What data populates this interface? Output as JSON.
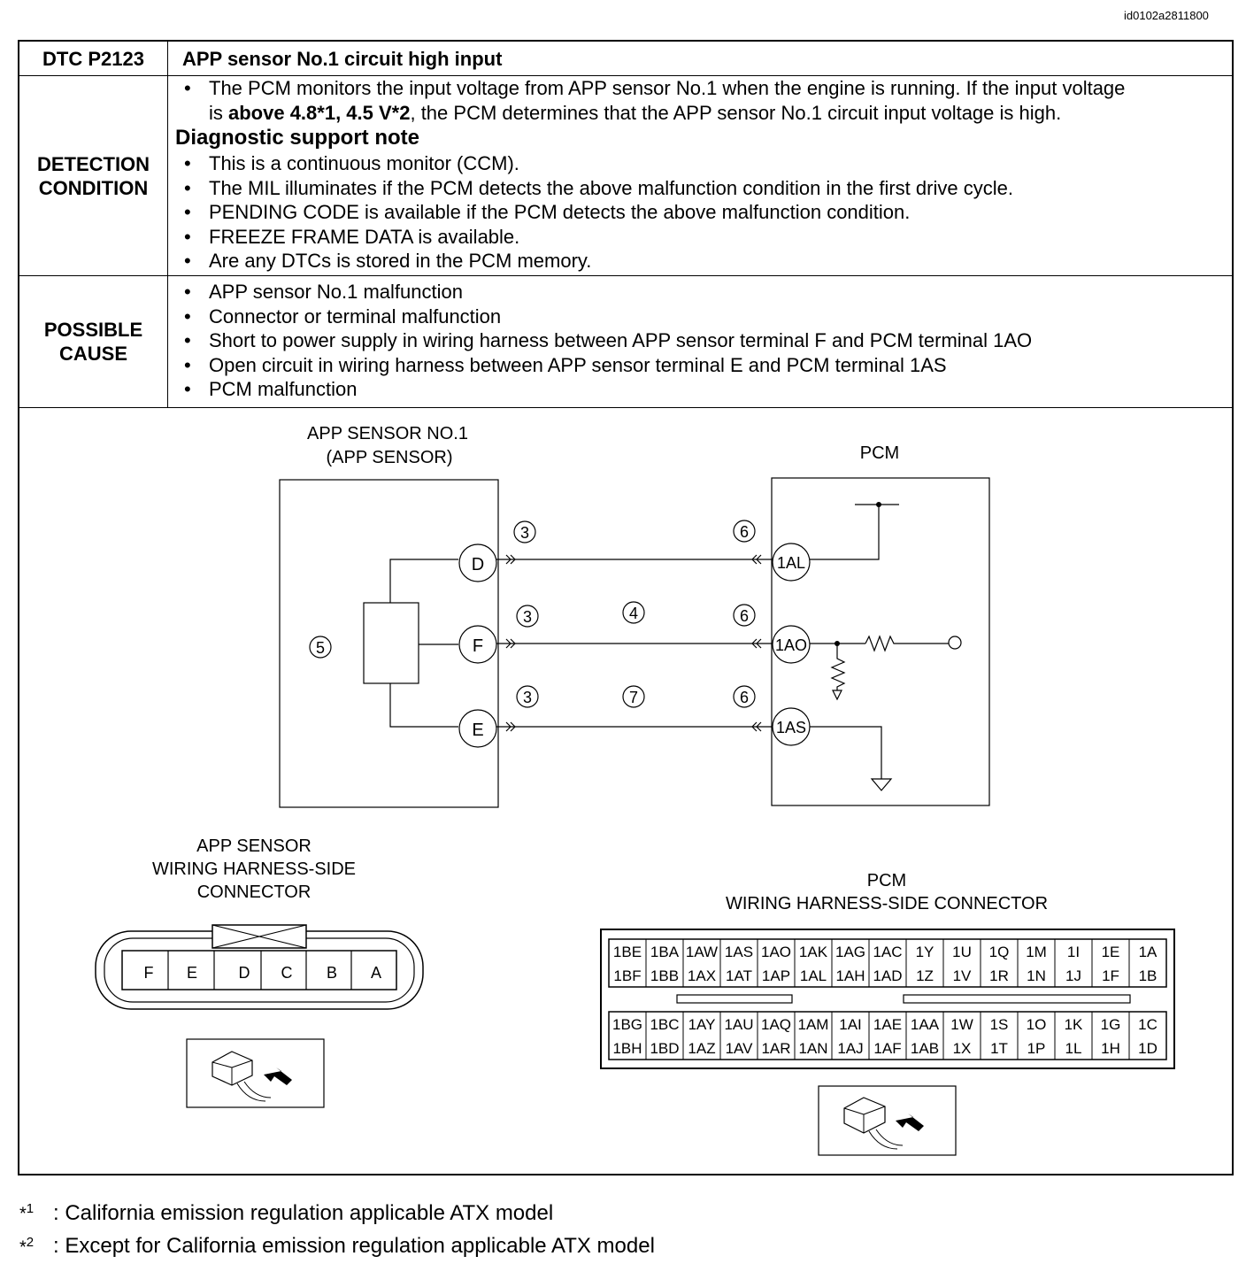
{
  "doc_id": "id0102a2811800",
  "dtc": {
    "code_label": "DTC P2123",
    "description": "APP sensor No.1 circuit high input"
  },
  "detection": {
    "label_line1": "DETECTION",
    "label_line2": "CONDITION",
    "intro_line1": "The PCM monitors the input voltage from APP sensor No.1 when the engine is running. If the input voltage",
    "intro_pre": "is ",
    "intro_bold": "above 4.8*1, 4.5 V*2",
    "intro_post": ", the PCM determines that the APP sensor No.1 circuit input voltage is high.",
    "support_heading": "Diagnostic support note",
    "notes": [
      "This is a continuous monitor (CCM).",
      "The MIL illuminates if the PCM detects the above malfunction condition in the first drive cycle.",
      "PENDING CODE is available if the PCM detects the above malfunction condition.",
      "FREEZE FRAME DATA is available.",
      "Are any DTCs is stored in the PCM memory."
    ]
  },
  "possible_cause": {
    "label_line1": "POSSIBLE",
    "label_line2": "CAUSE",
    "items": [
      "APP sensor No.1 malfunction",
      "Connector or terminal malfunction",
      "Short to power supply in wiring harness between APP sensor terminal F and PCM terminal 1AO",
      "Open circuit in wiring harness between APP sensor terminal E and PCM terminal 1AS",
      "PCM malfunction"
    ]
  },
  "schematic": {
    "sensor_title_line1": "APP SENSOR NO.1",
    "sensor_title_line2": "(APP SENSOR)",
    "pcm_title": "PCM",
    "sensor_terminals": [
      "D",
      "F",
      "E"
    ],
    "pcm_terminals": [
      "1AL",
      "1AO",
      "1AS"
    ],
    "callouts": {
      "sensor_body": "5",
      "sensor_connector": "3",
      "pcm_connector": "6",
      "f_wire": "4",
      "e_wire": "7"
    }
  },
  "app_connector": {
    "title_line1": "APP SENSOR",
    "title_line2": "WIRING HARNESS-SIDE",
    "title_line3": "CONNECTOR",
    "pins": [
      "F",
      "E",
      "D",
      "C",
      "B",
      "A"
    ]
  },
  "pcm_connector": {
    "title_line1": "PCM",
    "title_line2": "WIRING HARNESS-SIDE CONNECTOR",
    "top_block": [
      [
        "1BE",
        "1BA",
        "1AW",
        "1AS",
        "1AO",
        "1AK",
        "1AG",
        "1AC",
        "1Y",
        "1U",
        "1Q",
        "1M",
        "1I",
        "1E",
        "1A"
      ],
      [
        "1BF",
        "1BB",
        "1AX",
        "1AT",
        "1AP",
        "1AL",
        "1AH",
        "1AD",
        "1Z",
        "1V",
        "1R",
        "1N",
        "1J",
        "1F",
        "1B"
      ]
    ],
    "bottom_block": [
      [
        "1BG",
        "1BC",
        "1AY",
        "1AU",
        "1AQ",
        "1AM",
        "1AI",
        "1AE",
        "1AA",
        "1W",
        "1S",
        "1O",
        "1K",
        "1G",
        "1C"
      ],
      [
        "1BH",
        "1BD",
        "1AZ",
        "1AV",
        "1AR",
        "1AN",
        "1AJ",
        "1AF",
        "1AB",
        "1X",
        "1T",
        "1P",
        "1L",
        "1H",
        "1D"
      ]
    ]
  },
  "footnotes": [
    {
      "mark": "*",
      "sup": "1",
      "text": ": California emission regulation applicable ATX model"
    },
    {
      "mark": "*",
      "sup": "2",
      "text": ": Except for California emission regulation applicable ATX model"
    }
  ]
}
